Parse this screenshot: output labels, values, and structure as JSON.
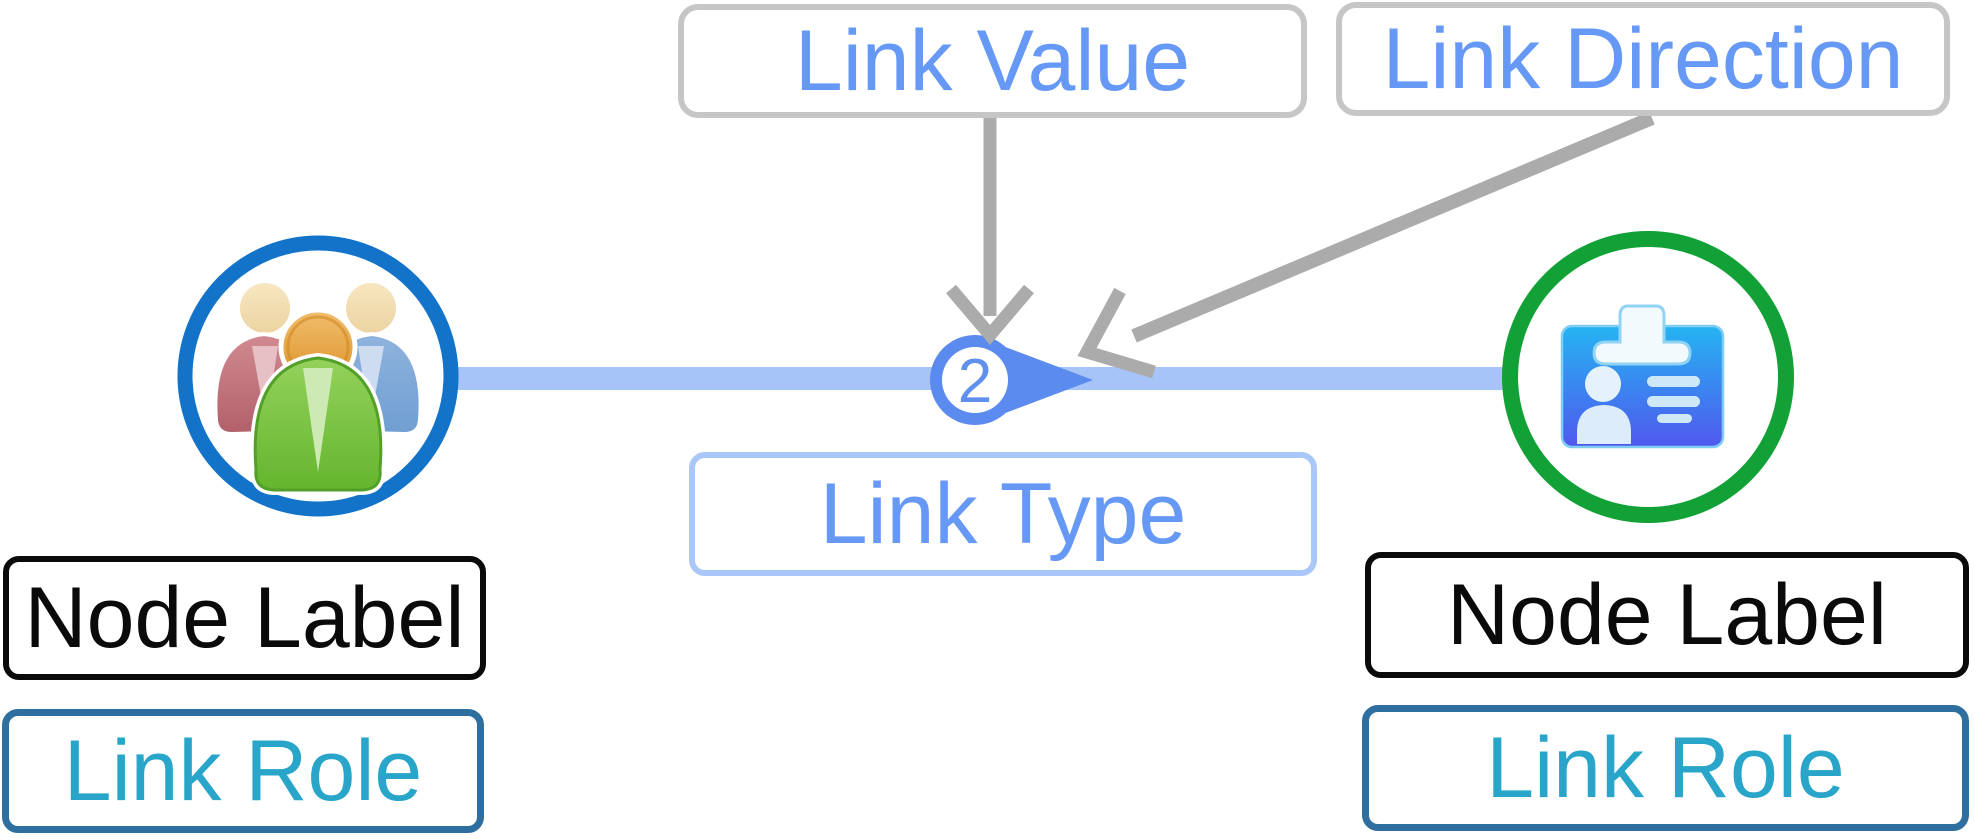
{
  "diagram_title": "link-anatomy-legend",
  "link": {
    "value": "2",
    "value_label": "Link Value",
    "direction_label": "Link Direction",
    "type_label": "Link Type"
  },
  "left_node": {
    "label": "Node Label",
    "role": "Link Role",
    "icon": "group-people-icon"
  },
  "right_node": {
    "label": "Node Label",
    "role": "Link Role",
    "icon": "id-badge-icon"
  },
  "colors": {
    "annotation_text_blue": "#6699f5",
    "link_role_text_teal": "#28a5c9",
    "link_role_border_steel": "#2e6f9f",
    "node_label_border_black": "#0a0a0a",
    "callout_border_gray": "#c6c6c6",
    "annotation_arrow_gray": "#ababab",
    "link_line_light_blue": "#a6c4f8",
    "link_marker_blue": "#5b8bee",
    "left_node_ring_blue": "#1273c9",
    "right_node_ring_green": "#12a136"
  }
}
